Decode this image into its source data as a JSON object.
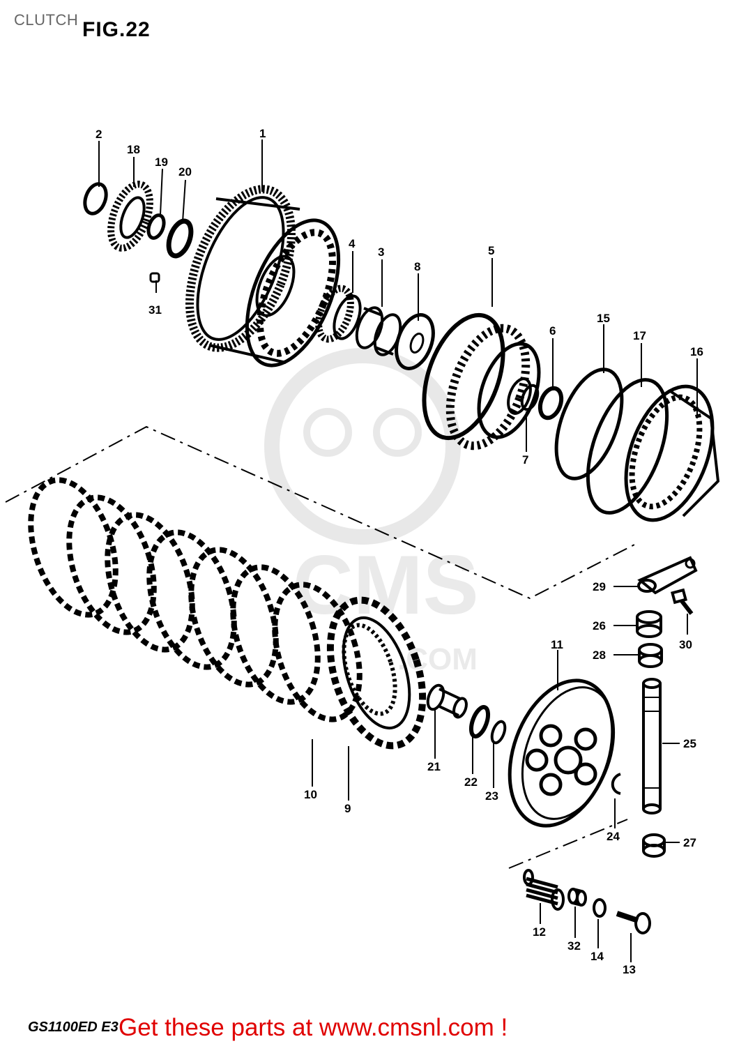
{
  "header": {
    "section_title": "CLUTCH",
    "figure_label": "FIG.22"
  },
  "footer": {
    "model_code": "GS1100ED E3",
    "cta": "Get these parts at www.cmsnl.com !"
  },
  "callouts": [
    "1",
    "2",
    "3",
    "4",
    "5",
    "6",
    "7",
    "8",
    "9",
    "10",
    "11",
    "12",
    "13",
    "14",
    "15",
    "16",
    "17",
    "18",
    "19",
    "20",
    "21",
    "22",
    "23",
    "24",
    "25",
    "26",
    "27",
    "28",
    "29",
    "30",
    "31",
    "32"
  ],
  "watermark": {
    "text": "CMS",
    "url_fragment": ".COM"
  },
  "colors": {
    "ink": "#000000",
    "background": "#ffffff",
    "cta": "#e00000",
    "watermark": "#e6e6e6"
  }
}
